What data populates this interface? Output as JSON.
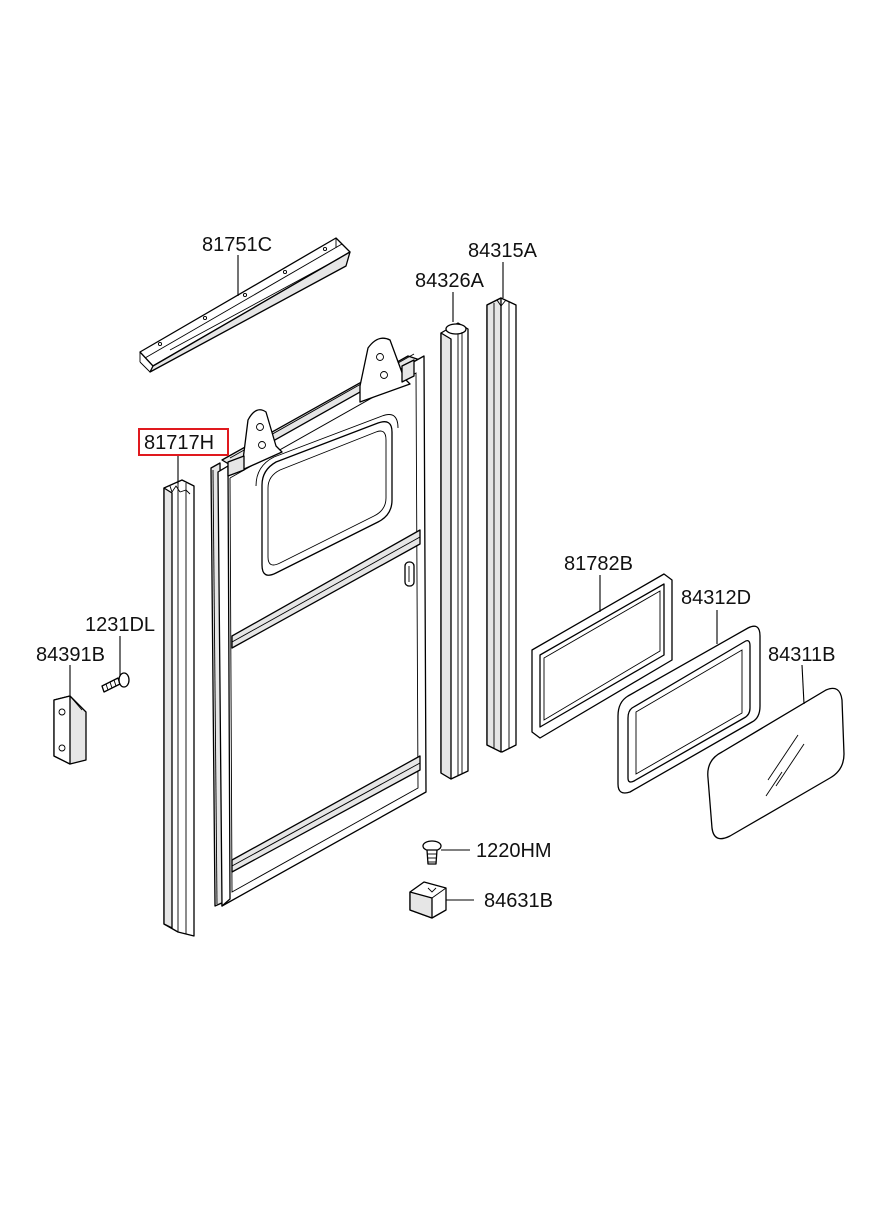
{
  "diagram": {
    "labels": {
      "p81751C": "81751C",
      "p84315A": "84315A",
      "p84326A": "84326A",
      "p81717H": "81717H",
      "p81782B": "81782B",
      "p84312D": "84312D",
      "p1231DL": "1231DL",
      "p84391B": "84391B",
      "p84311B": "84311B",
      "p1220HM": "1220HM",
      "p84631B": "84631B"
    },
    "highlighted_part": "81717H",
    "colors": {
      "highlight": "#e0191e",
      "line": "#000000",
      "background": "#ffffff"
    }
  }
}
